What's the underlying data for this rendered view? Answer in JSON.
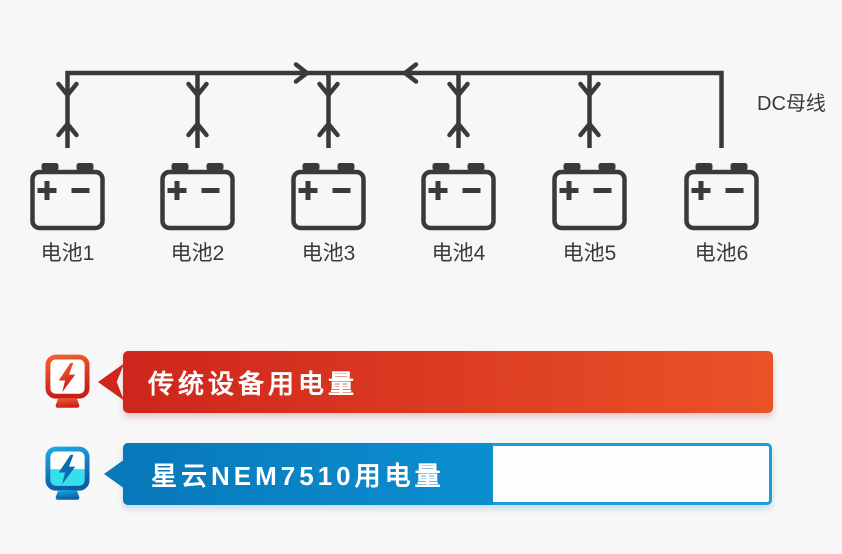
{
  "page": {
    "background": "#f7f7f8"
  },
  "diagram": {
    "bus_label": "DC母线",
    "line_color": "#3a3a3a",
    "batteries": [
      {
        "label": "电池1"
      },
      {
        "label": "电池2"
      },
      {
        "label": "电池3"
      },
      {
        "label": "电池4"
      },
      {
        "label": "电池5"
      },
      {
        "label": "电池6"
      }
    ]
  },
  "comparison": {
    "rows": [
      {
        "label": "传统设备用电量",
        "icon": "power-meter-lightning-icon",
        "color_start": "#ce251c",
        "color_end": "#ea5328",
        "fill_percent": 100
      },
      {
        "label": "星云NEM7510用电量",
        "icon": "power-meter-lightning-icon",
        "color_start": "#0878ba",
        "color_end": "#0b8fd0",
        "outline_color": "#1b9fd6",
        "fill_percent": 57
      }
    ]
  }
}
